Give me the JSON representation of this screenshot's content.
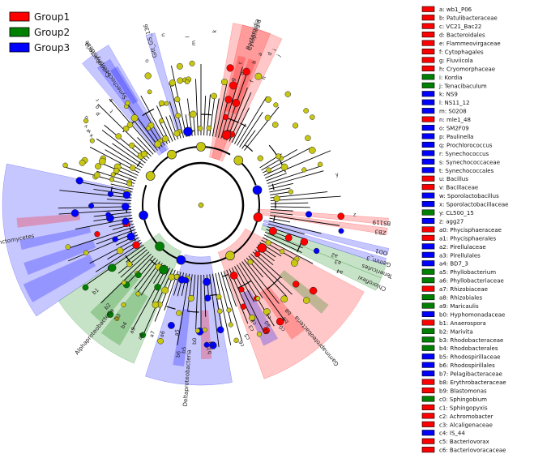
{
  "figure": {
    "type": "LEfSe cladogram",
    "groups": [
      {
        "name": "Group1",
        "color": "#ff0000"
      },
      {
        "name": "Group2",
        "color": "#008000"
      },
      {
        "name": "Group3",
        "color": "#0000ff"
      }
    ],
    "node_color_neutral": "#c8c814",
    "taxa_legend": [
      {
        "key": "a",
        "name": "wb1_P06",
        "group": 0
      },
      {
        "key": "b",
        "name": "Patulibacteraceae",
        "group": 0
      },
      {
        "key": "c",
        "name": "VC21_Bac22",
        "group": 0
      },
      {
        "key": "d",
        "name": "Bacteroidales",
        "group": 0
      },
      {
        "key": "e",
        "name": "Flammeovirgaceae",
        "group": 0
      },
      {
        "key": "f",
        "name": "Cytophagales",
        "group": 0
      },
      {
        "key": "g",
        "name": "Fluviicola",
        "group": 0
      },
      {
        "key": "h",
        "name": "Cryomorphaceae",
        "group": 0
      },
      {
        "key": "i",
        "name": "Kordia",
        "group": 1
      },
      {
        "key": "j",
        "name": "Tenacibaculum",
        "group": 1
      },
      {
        "key": "k",
        "name": "NS9",
        "group": 2
      },
      {
        "key": "l",
        "name": "NS11_12",
        "group": 2
      },
      {
        "key": "m",
        "name": "S0208",
        "group": 2
      },
      {
        "key": "n",
        "name": "mle1_48",
        "group": 0
      },
      {
        "key": "o",
        "name": "SM2F09",
        "group": 2
      },
      {
        "key": "p",
        "name": "Paulinella",
        "group": 2
      },
      {
        "key": "q",
        "name": "Prochlorococcus",
        "group": 2
      },
      {
        "key": "r",
        "name": "Synechococcus",
        "group": 2
      },
      {
        "key": "s",
        "name": "Synechococcaceae",
        "group": 2
      },
      {
        "key": "t",
        "name": "Synechococcales",
        "group": 2
      },
      {
        "key": "u",
        "name": "Bacillus",
        "group": 0
      },
      {
        "key": "v",
        "name": "Bacillaceae",
        "group": 0
      },
      {
        "key": "w",
        "name": "Sporolactobacillus",
        "group": 2
      },
      {
        "key": "x",
        "name": "Sporolactobacillaceae",
        "group": 2
      },
      {
        "key": "y",
        "name": "CL500_15",
        "group": 1
      },
      {
        "key": "z",
        "name": "agg27",
        "group": 2
      },
      {
        "key": "a0",
        "name": "Phycisphaeraceae",
        "group": 0
      },
      {
        "key": "a1",
        "name": "Phycisphaerales",
        "group": 0
      },
      {
        "key": "a2",
        "name": "Pirellulaceae",
        "group": 2
      },
      {
        "key": "a3",
        "name": "Pirellulales",
        "group": 2
      },
      {
        "key": "a4",
        "name": "BD7_3",
        "group": 2
      },
      {
        "key": "a5",
        "name": "Phyllobacterium",
        "group": 1
      },
      {
        "key": "a6",
        "name": "Phyllobacteriaceae",
        "group": 1
      },
      {
        "key": "a7",
        "name": "Rhizobiaceae",
        "group": 0
      },
      {
        "key": "a8",
        "name": "Rhizobiales",
        "group": 1
      },
      {
        "key": "a9",
        "name": "Maricaulis",
        "group": 1
      },
      {
        "key": "b0",
        "name": "Hyphomonadaceae",
        "group": 2
      },
      {
        "key": "b1",
        "name": "Anaerospora",
        "group": 0
      },
      {
        "key": "b2",
        "name": "Marivita",
        "group": 1
      },
      {
        "key": "b3",
        "name": "Rhodobacteraceae",
        "group": 1
      },
      {
        "key": "b4",
        "name": "Rhodobacterales",
        "group": 1
      },
      {
        "key": "b5",
        "name": "Rhodospirillaceae",
        "group": 2
      },
      {
        "key": "b6",
        "name": "Rhodospirillales",
        "group": 2
      },
      {
        "key": "b7",
        "name": "Pelagibacteraceae",
        "group": 2
      },
      {
        "key": "b8",
        "name": "Erythrobacteraceae",
        "group": 0
      },
      {
        "key": "b9",
        "name": "Blastomonas",
        "group": 0
      },
      {
        "key": "c0",
        "name": "Sphingobium",
        "group": 1
      },
      {
        "key": "c1",
        "name": "Sphingopyxis",
        "group": 0
      },
      {
        "key": "c2",
        "name": "Achromobacter",
        "group": 0
      },
      {
        "key": "c3",
        "name": "Alcaligenaceae",
        "group": 0
      },
      {
        "key": "c4",
        "name": "IS_44",
        "group": 2
      },
      {
        "key": "c5",
        "name": "Bacteriovorax",
        "group": 0
      },
      {
        "key": "c6",
        "name": "Bacteriovoracaceae",
        "group": 0
      }
    ],
    "sectors": [
      {
        "label": "Cytophagia",
        "group": 0
      },
      {
        "label": "Bacteroidia",
        "group": 0
      },
      {
        "label": "Cyanobacteria",
        "group": 2
      },
      {
        "label": "Synechococcophycideae",
        "group": 2
      },
      {
        "label": "Gitt_GS_136",
        "group": 2
      },
      {
        "label": "Planctomycetes",
        "group": 2
      },
      {
        "label": "Alphaproteobacteria",
        "group": 1
      },
      {
        "label": "Deltaproteobacteria",
        "group": 2
      },
      {
        "label": "Gammaproteobacteria",
        "group": 0
      },
      {
        "label": "Tenericutes",
        "group": 1
      },
      {
        "label": "BS119",
        "group": 0
      },
      {
        "label": "ZB3",
        "group": 0
      },
      {
        "label": "OD1",
        "group": 2
      },
      {
        "label": "Gemm_3",
        "group": 2
      },
      {
        "label": "Chloroflexi",
        "group": 1
      }
    ],
    "inner_labels": [
      "a",
      "b",
      "c",
      "d",
      "e",
      "f",
      "g",
      "h",
      "i",
      "j",
      "k",
      "l",
      "m",
      "n",
      "o",
      "p",
      "q",
      "r",
      "s",
      "t",
      "u",
      "v",
      "w",
      "x",
      "y",
      "z",
      "a0",
      "a1",
      "a2",
      "a3",
      "a4",
      "a5",
      "a6",
      "a7",
      "a8",
      "a9",
      "b0",
      "b1",
      "b2",
      "b3",
      "b4",
      "b5",
      "b6",
      "b7",
      "b8",
      "b9",
      "c0",
      "c1",
      "c2",
      "c3",
      "c4",
      "c5",
      "c6"
    ]
  }
}
